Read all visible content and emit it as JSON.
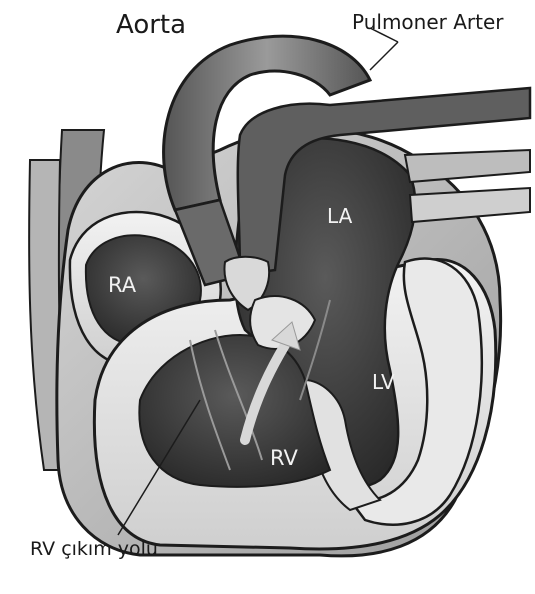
{
  "labels": {
    "aorta": "Aorta",
    "pulmonary_artery": "Pulmoner Arter",
    "right_atrium": "RA",
    "left_atrium": "LA",
    "left_ventricle": "LV",
    "right_ventricle": "RV",
    "rv_outflow": "RV çıkım yolu"
  },
  "colors": {
    "background": "#ffffff",
    "outline": "#1c1c1c",
    "chamber_dark": "#3a3a3a",
    "wall_light": "#e4e4e4",
    "vessel_mid": "#6e6e6e",
    "flow_arrow": "#d8d8d8"
  }
}
